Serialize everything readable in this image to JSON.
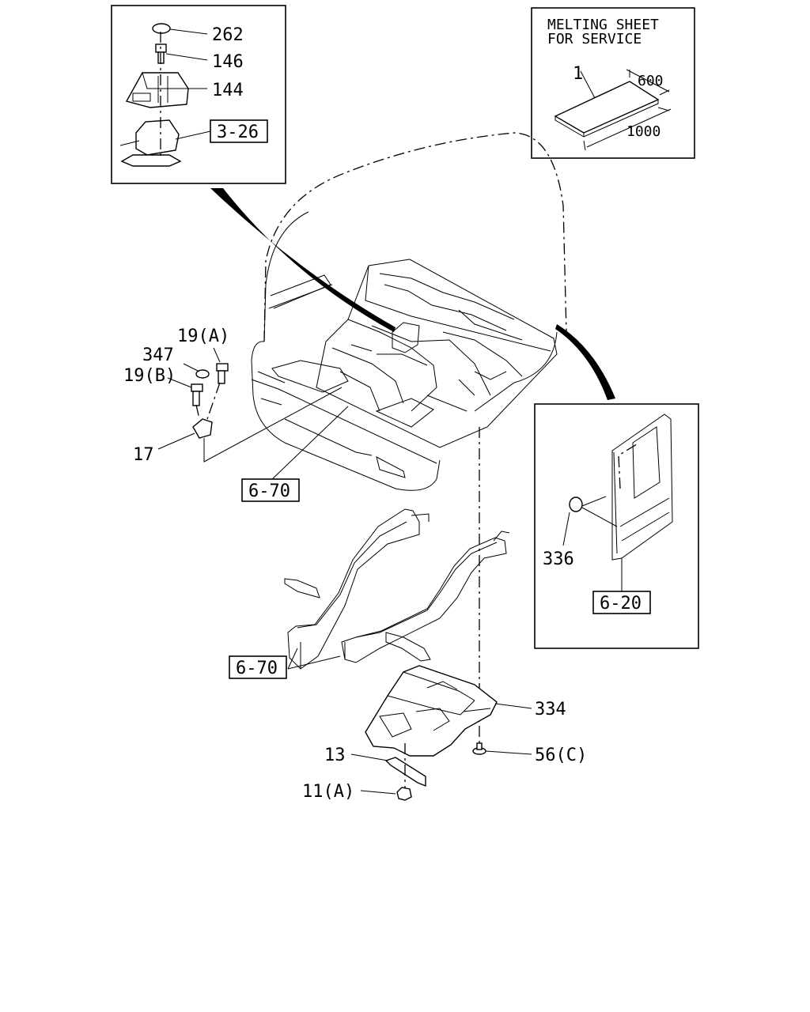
{
  "callouts": {
    "c262": "262",
    "c146": "146",
    "c144": "144",
    "c3_26": "3-26",
    "c19a": "19(A)",
    "c347": "347",
    "c19b": "19(B)",
    "c17": "17",
    "c6_70_top": "6-70",
    "c6_70_bottom": "6-70",
    "c334": "334",
    "c56c": "56(C)",
    "c13": "13",
    "c11a": "11(A)",
    "c336": "336",
    "c6_20": "6-20",
    "c1": "1",
    "c600": "600",
    "c1000": "1000"
  },
  "melting_sheet": {
    "line1": "MELTING SHEET",
    "line2": "FOR SERVICE"
  }
}
